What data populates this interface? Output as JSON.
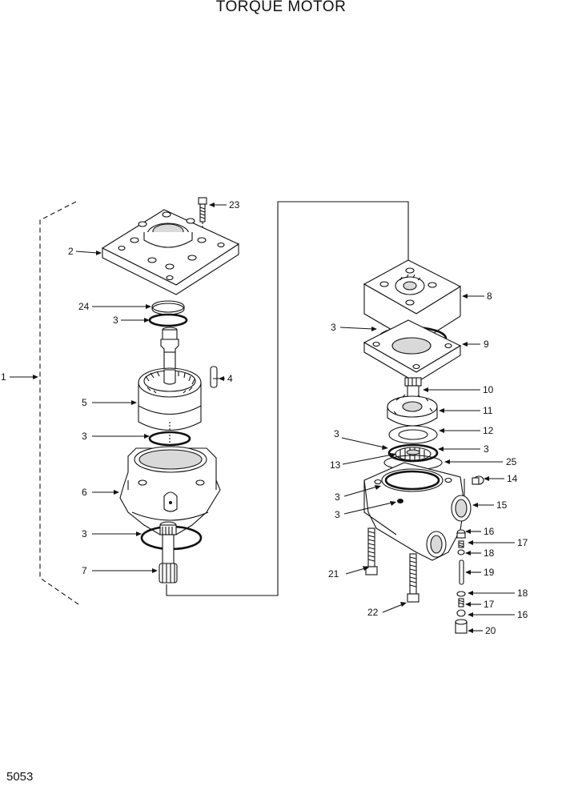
{
  "title": "TORQUE MOTOR",
  "page_number": "5053",
  "callouts": [
    "1",
    "2",
    "23",
    "24",
    "3",
    "3",
    "4",
    "5",
    "3",
    "6",
    "3",
    "7",
    "8",
    "3",
    "9",
    "10",
    "11",
    "12",
    "3",
    "3",
    "13",
    "25",
    "14",
    "3",
    "15",
    "3",
    "16",
    "17",
    "18",
    "19",
    "18",
    "17",
    "16",
    "20",
    "21",
    "22"
  ]
}
